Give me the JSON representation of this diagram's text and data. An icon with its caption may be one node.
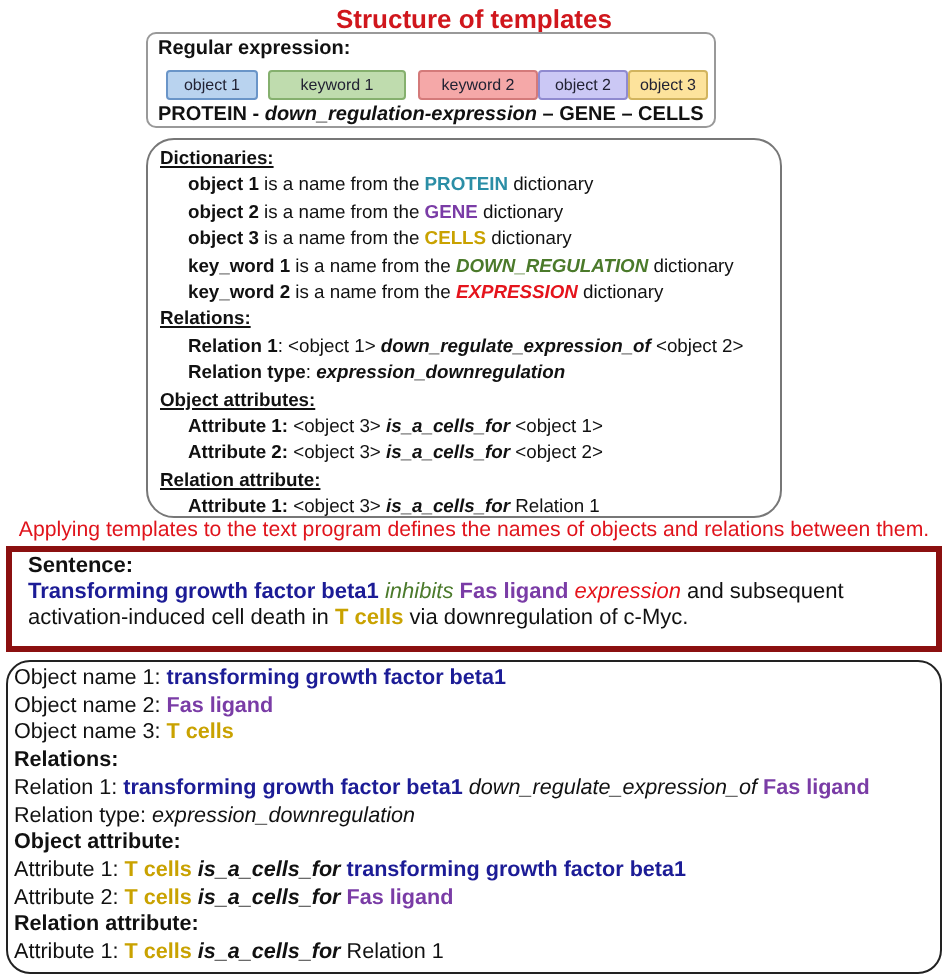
{
  "diagram": {
    "title": "Structure of templates",
    "nodes": [
      {
        "text": [
          "Regular expression:",
          "PROTEIN - *down_regulation-expression* – GENE – CELLS"
        ]
      },
      {
        "text": [
          "object 1"
        ],
        "in": 0
      },
      {
        "text": [
          "keyword 1"
        ],
        "in": 0
      },
      {
        "text": [
          "keyword 2"
        ],
        "in": 0
      },
      {
        "text": [
          "object 2"
        ],
        "in": 0
      },
      {
        "text": [
          "object 3"
        ],
        "in": 0
      },
      {
        "text": [
          "Dictionaries:",
          "**object 1** is a name from the **PROTEIN** dictionary",
          "**object 2** is a name from the **GENE** dictionary",
          "**object 3** is a name from the **CELLS** dictionary",
          "**key_word 1** is a name from the **DOWN_REGULATION** dictionary",
          "**key_word 2** is a name from the **EXPRESSION** dictionary",
          "Relations:",
          "**Relation 1**: <object 1> **down_regulate_expression_of** <object 2>",
          "**Relation type**: **expression_downregulation**",
          "Object attributes:",
          "**Attribute 1:** <object 3> **is_a_cells_for** <object 1>",
          "**Attribute 2:** <object 3> **is_a_cells_for** <object 2>",
          "Relation attribute:",
          "**Attribute 1:** <object 3> **is_a_cells_for** Relation 1"
        ]
      },
      {
        "text": [
          "Sentence:",
          "**Transforming growth factor beta1** *inhibits* **Fas ligand** *expression* and subsequent activation-induced cell death in **T cells** via downregulation of c-Myc."
        ]
      },
      {
        "text": [
          "Object name 1: **transforming growth factor beta1**",
          "Object name 2: **Fas ligand**",
          "Object name 3: **T cells**",
          "Relations:",
          "Relation 1: **transforming growth factor beta1** *down_regulate_expression_of* **Fas ligand**",
          "Relation type: *expression_downregulation*",
          "Object attribute:",
          "Attribute 1: **T cells** **is_a_cells_for** **transforming growth factor beta1**",
          "Attribute 2: **T cells** **is_a_cells_for** **Fas ligand**",
          "Relation attribute:",
          "Attribute 1: **T cells** **is_a_cells_for** Relation 1"
        ]
      }
    ],
    "edges": [],
    "labels": [
      "Applying templates to the text program defines the names of objects and relations between them."
    ]
  }
}
